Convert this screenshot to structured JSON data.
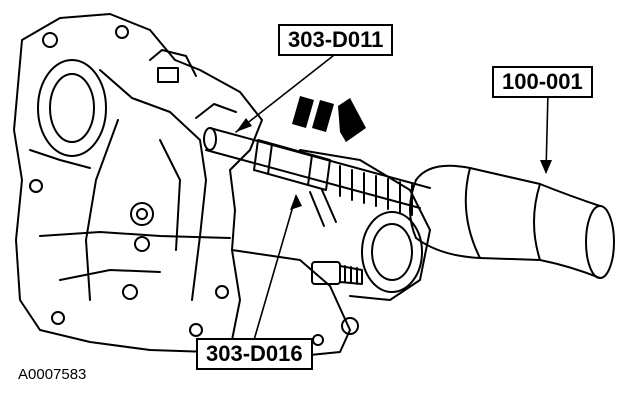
{
  "callouts": {
    "tool_top": "303-D011",
    "tool_right": "100-001",
    "tool_bottom": "303-D016"
  },
  "figure_id": "A0007583",
  "colors": {
    "ink": "#000000",
    "paper": "#ffffff"
  }
}
